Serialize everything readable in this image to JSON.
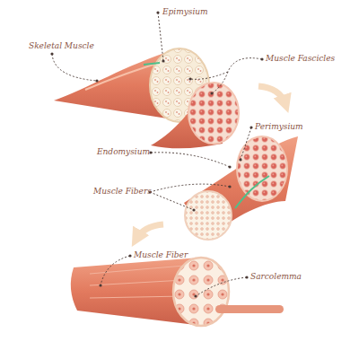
{
  "diagram": {
    "labels": [
      "Skeletal Muscle",
      "Epimysium",
      "Muscle Fascicles",
      "Perimysium",
      "Endomysium",
      "Muscle Fibers",
      "Muscle Fiber",
      "Sarcolemma"
    ]
  }
}
